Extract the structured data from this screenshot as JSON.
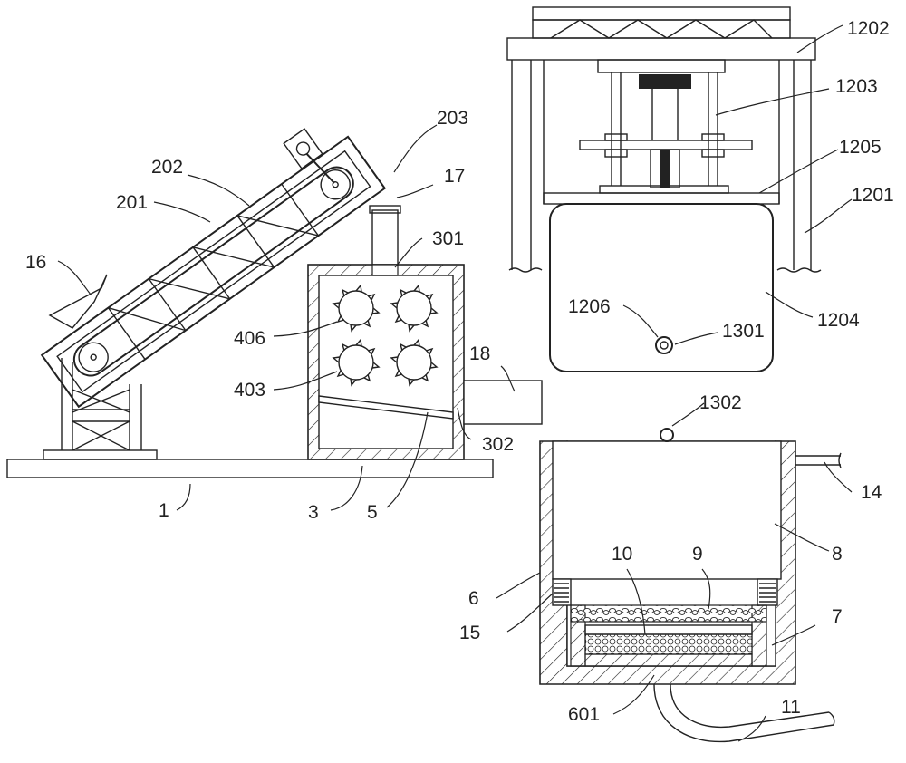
{
  "labels": [
    {
      "id": "1",
      "text": "1"
    },
    {
      "id": "3",
      "text": "3"
    },
    {
      "id": "5",
      "text": "5"
    },
    {
      "id": "6",
      "text": "6"
    },
    {
      "id": "7",
      "text": "7"
    },
    {
      "id": "8",
      "text": "8"
    },
    {
      "id": "9",
      "text": "9"
    },
    {
      "id": "10",
      "text": "10"
    },
    {
      "id": "11",
      "text": "11"
    },
    {
      "id": "14",
      "text": "14"
    },
    {
      "id": "15",
      "text": "15"
    },
    {
      "id": "16",
      "text": "16"
    },
    {
      "id": "17",
      "text": "17"
    },
    {
      "id": "18",
      "text": "18"
    },
    {
      "id": "201",
      "text": "201"
    },
    {
      "id": "202",
      "text": "202"
    },
    {
      "id": "203",
      "text": "203"
    },
    {
      "id": "301",
      "text": "301"
    },
    {
      "id": "302",
      "text": "302"
    },
    {
      "id": "403",
      "text": "403"
    },
    {
      "id": "406",
      "text": "406"
    },
    {
      "id": "601",
      "text": "601"
    },
    {
      "id": "1201",
      "text": "1201"
    },
    {
      "id": "1202",
      "text": "1202"
    },
    {
      "id": "1203",
      "text": "1203"
    },
    {
      "id": "1204",
      "text": "1204"
    },
    {
      "id": "1205",
      "text": "1205"
    },
    {
      "id": "1206",
      "text": "1206"
    },
    {
      "id": "1301",
      "text": "1301"
    },
    {
      "id": "1302",
      "text": "1302"
    }
  ]
}
